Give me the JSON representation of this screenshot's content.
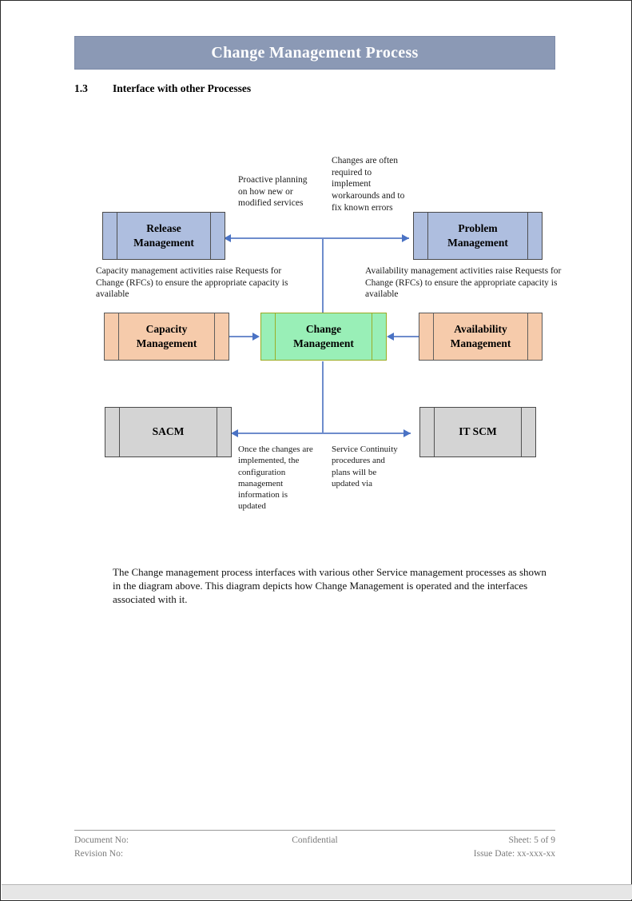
{
  "page": {
    "banner_title": "Change Management Process",
    "section_number": "1.3",
    "section_title": "Interface with other Processes",
    "banner_bg": "#8b99b5",
    "banner_text_color": "#ffffff"
  },
  "diagram": {
    "boxes": [
      {
        "id": "release",
        "label": "Release\nManagement",
        "label_line1": "Release",
        "label_line2": "Management",
        "fill": "#aebedf",
        "stroke": "#4a4a4a"
      },
      {
        "id": "problem",
        "label": "Problem\nManagement",
        "label_line1": "Problem",
        "label_line2": "Management",
        "fill": "#aebedf",
        "stroke": "#4a4a4a"
      },
      {
        "id": "capacity",
        "label": "Capacity\nManagement",
        "label_line1": "Capacity",
        "label_line2": "Management",
        "fill": "#f6cbab",
        "stroke": "#595959"
      },
      {
        "id": "change",
        "label": "Change\nManagement",
        "label_line1": "Change",
        "label_line2": "Management",
        "fill": "#99efb7",
        "stroke": "#9aaa20"
      },
      {
        "id": "availability",
        "label": "Availability\nManagement",
        "label_line1": "Availability",
        "label_line2": "Management",
        "fill": "#f6cbab",
        "stroke": "#595959"
      },
      {
        "id": "sacm",
        "label": "SACM",
        "label_line1": "SACM",
        "label_line2": "",
        "fill": "#d4d4d4",
        "stroke": "#4a4a4a"
      },
      {
        "id": "itscm",
        "label": "IT SCM",
        "label_line1": "IT SCM",
        "label_line2": "",
        "fill": "#d4d4d4",
        "stroke": "#4a4a4a"
      }
    ],
    "annotations": {
      "proactive_planning": "Proactive planning on how new or modified services",
      "changes_required": "Changes are often required to implement workarounds and to fix known errors",
      "capacity_note": "Capacity management activities raise Requests for Change (RFCs) to ensure the appropriate capacity is available",
      "availability_note": "Availability management activities raise Requests for Change (RFCs) to ensure the appropriate capacity is available",
      "sacm_note": "Once the changes are implemented, the configuration management information is updated",
      "itscm_note": "Service Continuity procedures and plans will be updated via"
    },
    "connector_color": "#6e8ccc",
    "arrow_color": "#4a72c4"
  },
  "body": {
    "paragraph": "The Change management process interfaces with various other Service management processes as shown in the diagram above. This diagram depicts how Change Management is operated and the interfaces associated with it."
  },
  "footer": {
    "document_no": "Document No:",
    "revision_no": "Revision No:",
    "confidential": "Confidential",
    "sheet": "Sheet: 5 of 9",
    "issue_date": "Issue Date: xx-xxx-xx"
  }
}
